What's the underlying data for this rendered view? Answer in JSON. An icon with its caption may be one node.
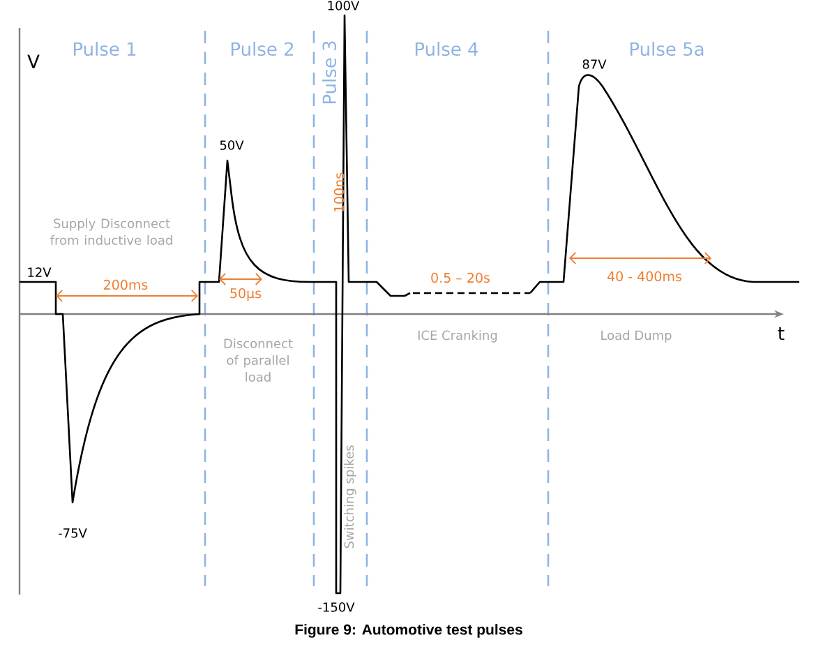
{
  "diagram": {
    "caption": "Figure 9: Automotive test pulses",
    "labels": [
      "V",
      "Pulse 1",
      "Pulse 2",
      "Pulse 3",
      "Pulse 4",
      "Pulse 5a",
      "100V",
      "87V",
      "50V",
      "100ns",
      "Supply Disconnect from inductive load",
      "12V",
      "200ms",
      "50µs",
      "0.5 – 20s",
      "40 - 400ms",
      "t",
      "Disconnect of parallel load",
      "Switching spikes",
      "ICE Cranking",
      "Load Dump",
      "-75V",
      "-150V"
    ]
  }
}
